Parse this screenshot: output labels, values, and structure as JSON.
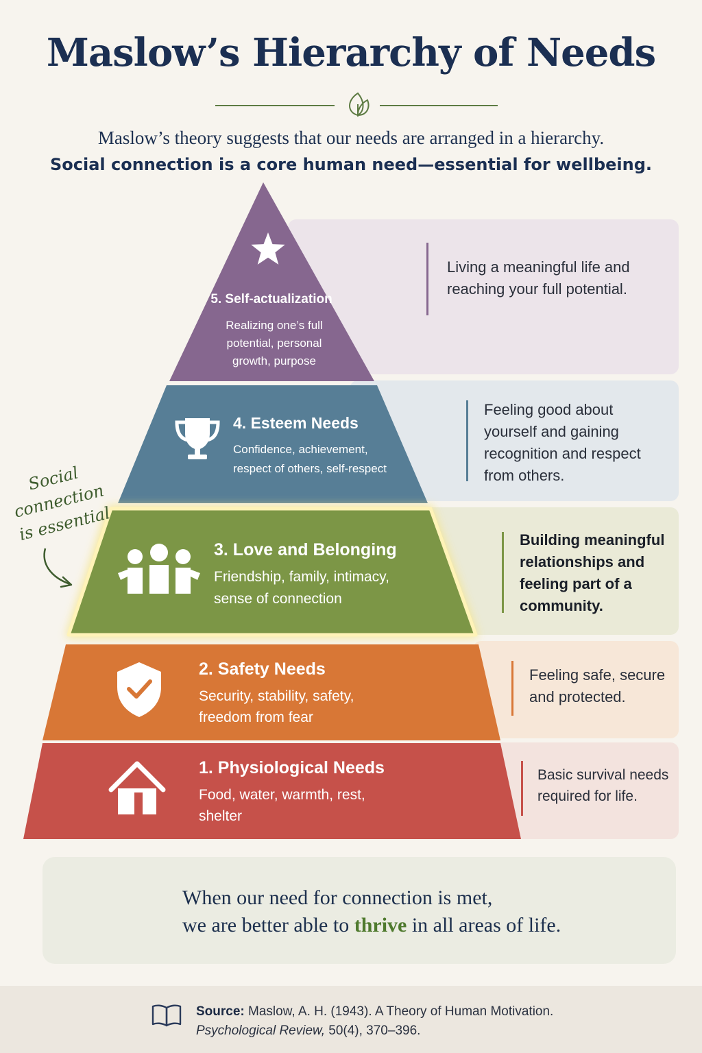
{
  "title": "Maslow’s Hierarchy of Needs",
  "intro": "Maslow’s theory suggests that our needs are arranged in a hierarchy.",
  "intro_bold": "Social connection is a core human need—essential for wellbeing.",
  "levels": [
    {
      "title": "5. Self-actualization",
      "sub": [
        "Realizing one’s full",
        "potential, personal",
        "growth, purpose"
      ],
      "desc": [
        "Living a meaningful life and",
        "reaching your full potential."
      ],
      "icon": "star-icon",
      "color": "#86678f"
    },
    {
      "title": "4. Esteem Needs",
      "sub": [
        "Confidence, achievement,",
        "respect of others, self-respect"
      ],
      "desc": [
        "Feeling good about",
        "yourself and gaining",
        "recognition and respect",
        "from others."
      ],
      "icon": "trophy-icon",
      "color": "#577e96"
    },
    {
      "title": "3. Love and Belonging",
      "sub": [
        "Friendship, family, intimacy,",
        "sense of connection"
      ],
      "desc": [
        "Building meaningful",
        "relationships and",
        "feeling part of a",
        "community."
      ],
      "icon": "people-icon",
      "color": "#7c9646"
    },
    {
      "title": "2. Safety Needs",
      "sub": [
        "Security, stability, safety,",
        "freedom from fear"
      ],
      "desc": [
        "Feeling safe, secure",
        "and protected."
      ],
      "icon": "shield-check-icon",
      "color": "#d87736"
    },
    {
      "title": "1. Physiological Needs",
      "sub": [
        "Food, water, warmth, rest,",
        "shelter"
      ],
      "desc": [
        "Basic survival needs",
        "required for life."
      ],
      "icon": "house-icon",
      "color": "#c6514a"
    }
  ],
  "callout": [
    "Social",
    "connection",
    "is essential"
  ],
  "bottom": {
    "line1": "When our need for connection is met,",
    "line2_before": "we are better able to ",
    "line2_highlight": "thrive",
    "line2_after": " in all areas of life."
  },
  "source": {
    "label": "Source:",
    "text": "Maslow, A. H. (1943). A Theory of Human Motivation.",
    "journal": "Psychological Review,",
    "citation": "50(4), 370–396."
  }
}
